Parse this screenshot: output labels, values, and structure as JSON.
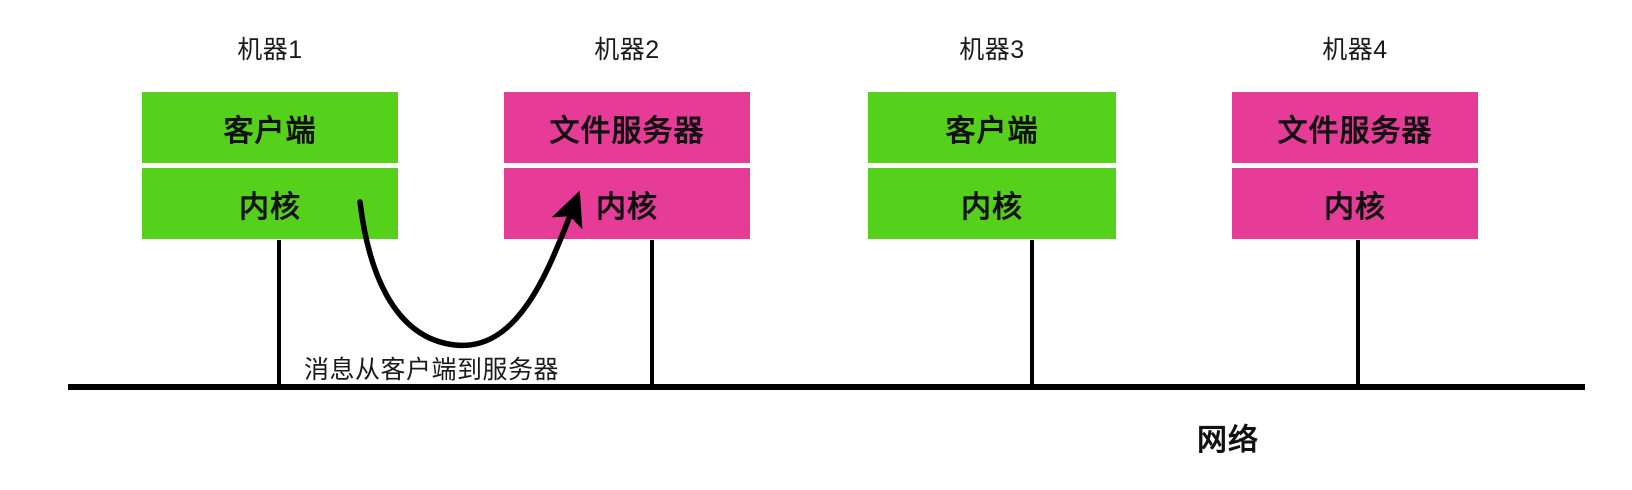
{
  "diagram": {
    "title_visible": false,
    "colors": {
      "client_green": "#55d11c",
      "server_pink": "#e63b97",
      "line_black": "#000000",
      "text_dark": "#111111",
      "background": "#ffffff"
    },
    "machines": [
      {
        "label": "机器1",
        "app_layer": "客户端",
        "kernel_layer": "内核",
        "color_key": "client_green",
        "role": "client"
      },
      {
        "label": "机器2",
        "app_layer": "文件服务器",
        "kernel_layer": "内核",
        "color_key": "server_pink",
        "role": "file-server"
      },
      {
        "label": "机器3",
        "app_layer": "客户端",
        "kernel_layer": "内核",
        "color_key": "client_green",
        "role": "client"
      },
      {
        "label": "机器4",
        "app_layer": "文件服务器",
        "kernel_layer": "内核",
        "color_key": "server_pink",
        "role": "file-server"
      }
    ],
    "arrow": {
      "caption": "消息从客户端到服务器",
      "from_machine": "机器1",
      "to_machine": "机器2",
      "direction": "client-to-server"
    },
    "network": {
      "label": "网络"
    }
  }
}
